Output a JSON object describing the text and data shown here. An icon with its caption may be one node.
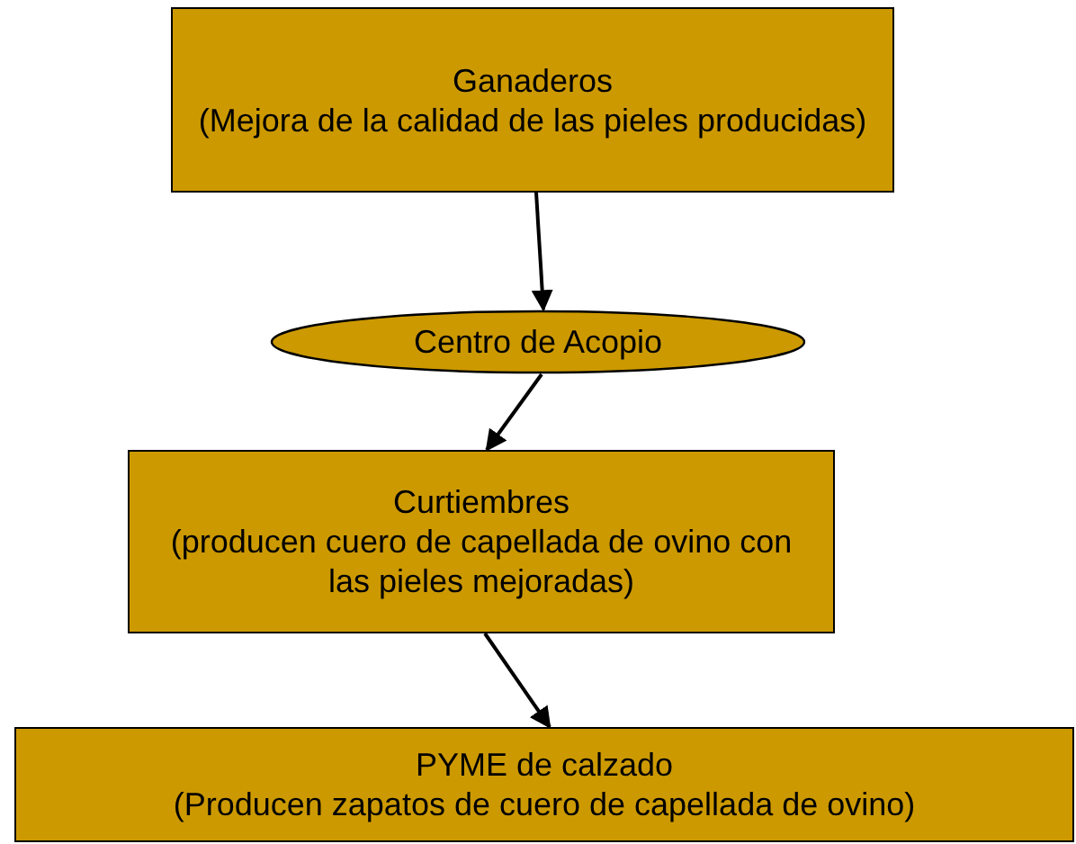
{
  "diagram": {
    "nodes": [
      {
        "text": [
          "Ganaderos",
          "(Mejora de la calidad de las pieles producidas)"
        ]
      },
      {
        "text": [
          "Centro de Acopio"
        ]
      },
      {
        "text": [
          "Curtiembres",
          "(producen cuero de capellada de ovino con las pieles mejoradas)"
        ]
      },
      {
        "text": [
          "PYME de calzado",
          "(Producen zapatos de cuero de capellada de ovino)"
        ]
      }
    ],
    "edges": [
      {
        "from": 0,
        "to": 1,
        "arrow": "to"
      },
      {
        "from": 1,
        "to": 2,
        "arrow": "to"
      },
      {
        "from": 2,
        "to": 3,
        "arrow": "to"
      }
    ]
  }
}
